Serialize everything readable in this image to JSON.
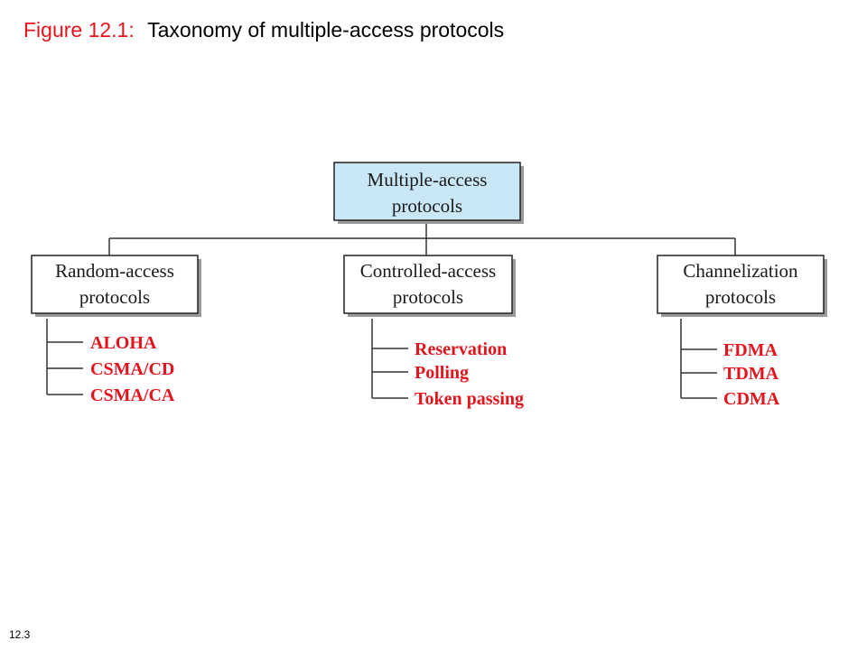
{
  "slide": {
    "figure_label": "Figure 12.1:",
    "figure_title": "Taxonomy of multiple-access protocols",
    "page_number": "12.3"
  },
  "colors": {
    "root_fill": "#c9e7f7",
    "box_fill": "#ffffff",
    "box_border": "#222222",
    "shadow": "#9a9a9a",
    "item_text": "#e3141c",
    "line": "#333333"
  },
  "taxonomy": {
    "root": {
      "line1": "Multiple-access",
      "line2": "protocols"
    },
    "categories": [
      {
        "line1": "Random-access",
        "line2": "protocols",
        "items": [
          "ALOHA",
          "CSMA/CD",
          "CSMA/CA"
        ]
      },
      {
        "line1": "Controlled-access",
        "line2": "protocols",
        "items": [
          "Reservation",
          "Polling",
          "Token passing"
        ]
      },
      {
        "line1": "Channelization",
        "line2": "protocols",
        "items": [
          "FDMA",
          "TDMA",
          "CDMA"
        ]
      }
    ]
  }
}
